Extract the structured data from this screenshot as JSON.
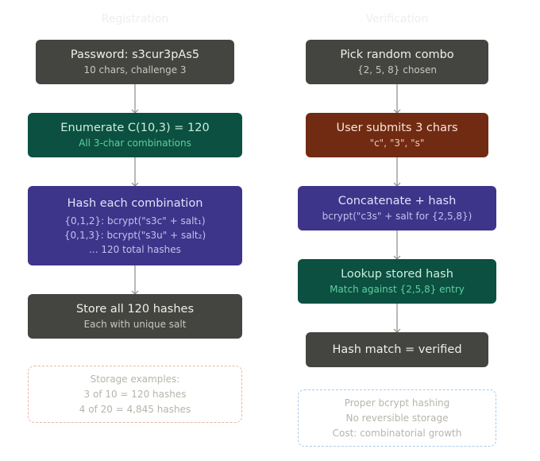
{
  "registration": {
    "title": "Registration",
    "steps": [
      {
        "title": "Password: s3cur3pAs5",
        "lines": [
          "10 chars, challenge 3"
        ]
      },
      {
        "title": "Enumerate C(10,3) = 120",
        "lines": [
          "All 3-char combinations"
        ]
      },
      {
        "title": "Hash each combination",
        "lines": [
          "{0,1,2}: bcrypt(\"s3c\" + salt₁)",
          "{0,1,3}: bcrypt(\"s3u\" + salt₂)",
          "... 120 total hashes"
        ]
      },
      {
        "title": "Store all 120 hashes",
        "lines": [
          "Each with unique salt"
        ]
      }
    ],
    "note": [
      "Storage examples:",
      "3 of 10 = 120 hashes",
      "4 of 20 = 4,845 hashes"
    ]
  },
  "verification": {
    "title": "Verification",
    "steps": [
      {
        "title": "Pick random combo",
        "lines": [
          "{2, 5, 8} chosen"
        ]
      },
      {
        "title": "User submits 3 chars",
        "lines": [
          "\"c\", \"3\", \"s\""
        ]
      },
      {
        "title": "Concatenate + hash",
        "lines": [
          "bcrypt(\"c3s\" + salt for {2,5,8})"
        ]
      },
      {
        "title": "Lookup stored hash",
        "lines": [
          "Match against {2,5,8} entry"
        ]
      },
      {
        "title": "Hash match = verified",
        "lines": []
      }
    ],
    "note": [
      "Proper bcrypt hashing",
      "No reversible storage",
      "Cost: combinatorial growth"
    ]
  }
}
